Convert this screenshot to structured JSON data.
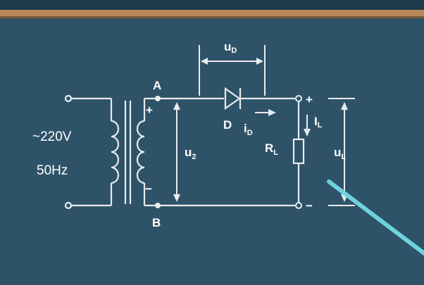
{
  "colors": {
    "background": "#2e5369",
    "top_band": "#b7885a",
    "wire": "#e8ecef",
    "text": "#ffffff",
    "pointer": "#6fd3de"
  },
  "source": {
    "voltage": "~220V",
    "frequency": "50Hz"
  },
  "nodes": {
    "top": "A",
    "bottom": "B"
  },
  "secondary": {
    "plus": "+",
    "minus": "−",
    "voltage_main": "u",
    "voltage_sub": "2"
  },
  "diode": {
    "name": "D",
    "voltage_main": "u",
    "voltage_sub": "D",
    "current_main": "i",
    "current_sub": "D"
  },
  "load": {
    "name_main": "R",
    "name_sub": "L",
    "current_main": "I",
    "current_sub": "L",
    "voltage_main": "u",
    "voltage_sub": "L",
    "plus": "+",
    "minus": "−"
  },
  "icons": [
    "transformer-icon",
    "diode-icon",
    "resistor-icon",
    "pointer-stick"
  ]
}
